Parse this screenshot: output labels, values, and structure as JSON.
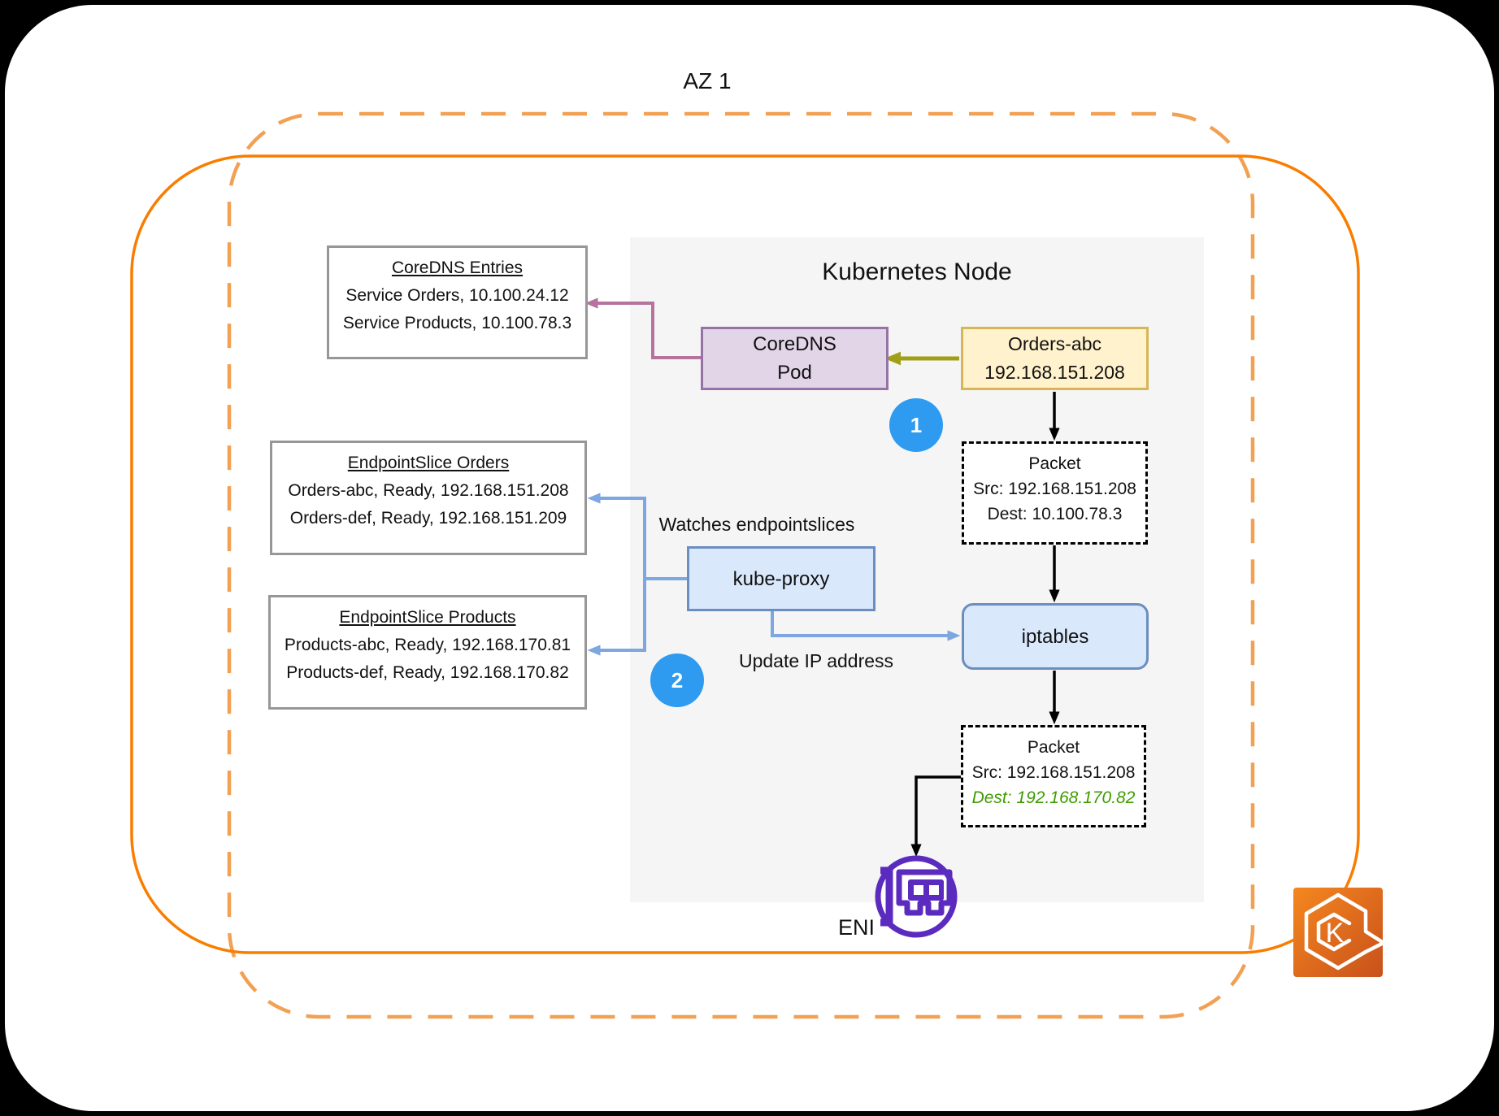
{
  "frame": {
    "az_label": "AZ 1"
  },
  "node": {
    "title": "Kubernetes Node"
  },
  "coredns_entries": {
    "title": "CoreDNS Entries",
    "line1": "Service Orders, 10.100.24.12",
    "line2": "Service Products, 10.100.78.3"
  },
  "endpointslice_orders": {
    "title": "EndpointSlice Orders",
    "line1": "Orders-abc, Ready, 192.168.151.208",
    "line2": "Orders-def, Ready, 192.168.151.209"
  },
  "endpointslice_products": {
    "title": "EndpointSlice Products",
    "line1": "Products-abc, Ready, 192.168.170.81",
    "line2": "Products-def, Ready, 192.168.170.82"
  },
  "coredns_pod": {
    "name": "CoreDNS",
    "sub": "Pod"
  },
  "orders_pod": {
    "name": "Orders-abc",
    "ip": "192.168.151.208"
  },
  "kube_proxy": {
    "label": "kube-proxy"
  },
  "iptables": {
    "label": "iptables"
  },
  "packet_before": {
    "title": "Packet",
    "src": "Src: 192.168.151.208",
    "dest": "Dest: 10.100.78.3"
  },
  "packet_after": {
    "title": "Packet",
    "src": "Src: 192.168.151.208",
    "dest": "Dest: 192.168.170.82"
  },
  "annotations": {
    "watches": "Watches endpointslices",
    "update_ip": "Update IP address",
    "step1": "1",
    "step2": "2"
  },
  "eni": {
    "label": "ENI"
  },
  "eks": {
    "letter": "K"
  },
  "colors": {
    "orange_solid": "#f97d00",
    "orange_dashed": "#f2a154",
    "pink_arrow": "#b5739d",
    "olive_arrow": "#a0a018",
    "blue_arrow": "#7ea6e0",
    "blue_fill": "#dae8fc",
    "blue_stroke": "#6c8ebf",
    "purple_fill": "#e1d5e7",
    "purple_stroke": "#9673a6",
    "yellow_fill": "#fff2cc",
    "yellow_stroke": "#d6b656",
    "step_circle": "#2e9bf0",
    "green_text": "#3f9c00",
    "eni_purple": "#5b2bc0",
    "node_bg": "#f5f5f5"
  }
}
